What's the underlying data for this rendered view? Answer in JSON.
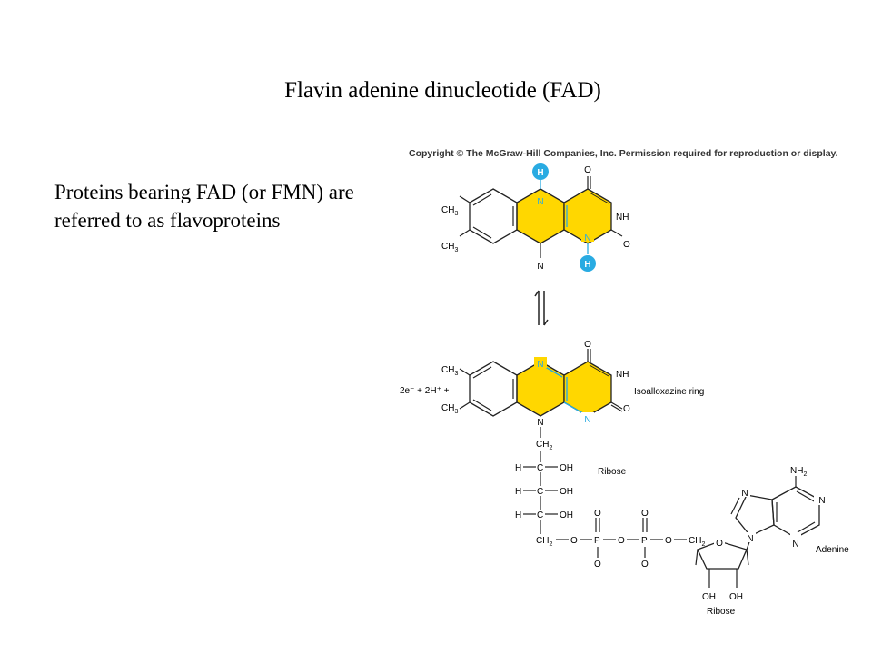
{
  "slide": {
    "title": "Flavin adenine dinucleotide (FAD)",
    "body": "Proteins bearing FAD (or FMN) are referred to as flavoproteins"
  },
  "figure": {
    "copyright": "Copyright © The McGraw-Hill Companies, Inc. Permission required for reproduction or display.",
    "atoms": {
      "ch3": "CH",
      "ch3_sub": "3",
      "ch2": "CH",
      "ch2_sub": "2",
      "n": "N",
      "nh": "NH",
      "o": "O",
      "h": "H",
      "oh": "OH",
      "p": "P",
      "nh2": "NH",
      "nh2_sub": "2",
      "o_minus": "O",
      "minus": "−"
    },
    "electrons": "2e⁻ + 2H⁺ +",
    "labels": {
      "isoalloxazine": "Isoalloxazine ring",
      "ribose_chain": "Ribose",
      "ribose_ring": "Ribose",
      "adenine": "Adenine"
    },
    "colors": {
      "ring_fill": "#ffd700",
      "highlight": "#29abe2",
      "line": "#222222"
    }
  }
}
